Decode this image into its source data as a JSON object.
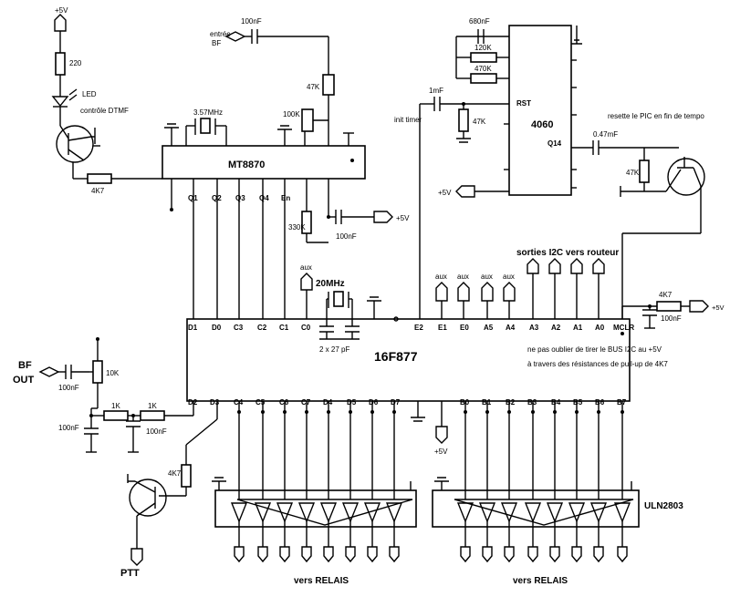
{
  "supply": {
    "plus5v": "+5V"
  },
  "components": {
    "r_led": "220",
    "led_label": "LED",
    "led_desc": "contrôle DTMF",
    "r_base": "4K7",
    "crystal_dtmf": "3.57MHz",
    "cap_bf_in": "100nF",
    "bf_in_label": "entrée",
    "bf_in_label2": "BF",
    "r_47k": "47K",
    "r_100k": "100K",
    "r_330k": "330K",
    "cap_mt_100nf": "100nF",
    "cap_680nf": "680nF",
    "r_120k": "120K",
    "r_470k": "470K",
    "cap_1mf": "1mF",
    "init_timer": "init timer",
    "r_rst_47k": "47K",
    "rst": "RST",
    "q14": "Q14",
    "cap_047": "0.47mF",
    "r_reset_47k": "47K",
    "reset_note": "resette le PIC en fin de tempo",
    "crystal_pic": "20MHz",
    "crystal_caps": "2 x 27 pF",
    "r_mclr": "4K7",
    "cap_mclr": "100nF",
    "r_pot": "10K",
    "cap_out": "100nF",
    "cap_filt1": "100nF",
    "cap_filt2": "100nF",
    "r_filt1": "1K",
    "r_filt2": "1K",
    "bf_out_1": "BF",
    "bf_out_2": "OUT",
    "r_ptt": "4K7",
    "ptt": "PTT"
  },
  "chips": {
    "mt8870": "MT8870",
    "c4060": "4060",
    "pic": "16F877",
    "uln": "ULN2803"
  },
  "mt8870_pins": [
    "Q1",
    "Q2",
    "Q3",
    "Q4",
    "En"
  ],
  "pic_top_pins": [
    "D1",
    "D0",
    "C3",
    "C2",
    "C1",
    "C0",
    "E2",
    "E1",
    "E0",
    "A5",
    "A4",
    "A3",
    "A2",
    "A1",
    "A0",
    "MCLR"
  ],
  "pic_bottom_pins": [
    "D2",
    "D3",
    "C4",
    "C5",
    "C6",
    "C7",
    "D4",
    "D5",
    "D6",
    "D7",
    "B0",
    "B1",
    "B2",
    "B3",
    "B4",
    "B5",
    "B6",
    "B7"
  ],
  "aux_label": "aux",
  "notes": {
    "i2c_title": "sorties I2C vers routeur",
    "i2c_note1": "ne pas oublier de tirer le BUS I2C au +5V",
    "i2c_note2": "à travers des résistances de pull-up de 4K7"
  },
  "relays": {
    "left": "vers  RELAIS",
    "right": "vers  RELAIS"
  }
}
